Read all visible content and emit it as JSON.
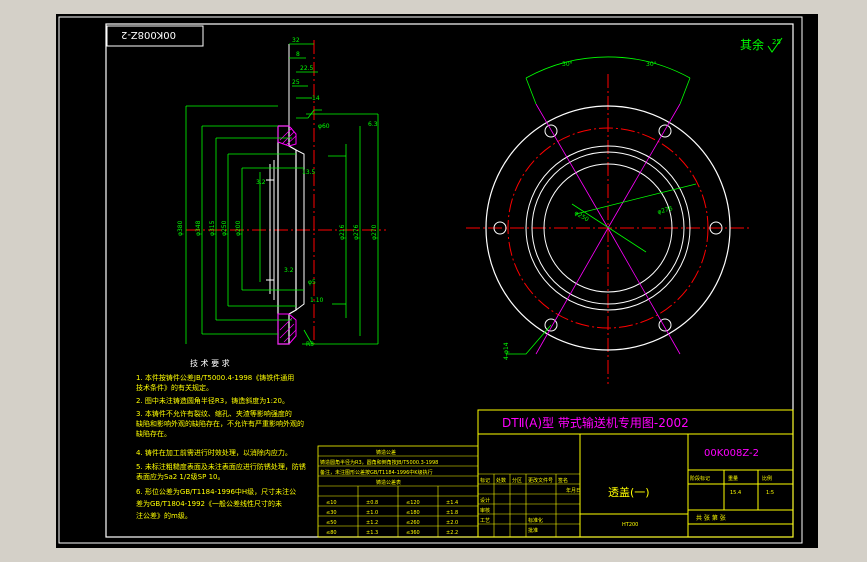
{
  "drawing": {
    "code_box": "00K008Z-2",
    "roughness_note": "其余",
    "roughness_value": "25",
    "angle_left": "30°",
    "angle_right": "30°"
  },
  "dimensions": {
    "d32": "32",
    "d22_5": "22.5",
    "d8": "8",
    "d14": "14",
    "d6_3": "6.3",
    "d3_2a": "3.2",
    "d3_2b": "3.2",
    "d25": "25",
    "d13_5": "13.5",
    "phi5": "φ5",
    "d10": "1.10",
    "r3": "R3",
    "phi60": "φ60",
    "phi380": "φ380",
    "phi250": "φ250",
    "phi200": "φ200",
    "phi216": "φ216",
    "phi315": "φ315",
    "phi348": "φ348",
    "phi276": "φ276",
    "phi270": "φ270",
    "holes": "4-φ14"
  },
  "tech_requirements": {
    "title": "技 术 要 求",
    "items": [
      "1. 本件按铸件公差JB/T5000.4-1998《铸铁件通用",
      "   技术条件》的有关规定。",
      "2. 图中未注铸造圆角半径R3，铸造斜度为1:20。",
      "3. 本铸件不允许有裂纹、缩孔、夹渣等影响强度的",
      "   缺陷和影响外观的缺陷存在，不允许有严重影响外观的",
      "   缺陷存在。",
      "4. 铸件在加工前需进行时效处理，以消除内应力。",
      "5. 未标注粗糙度表面及未注表面应进行防锈处理，防锈",
      "   表面应为Sa2 1/2级SP 10。",
      "6. 形位公差为GB/T1184-1996中H级，尺寸未注公",
      "   差为GB/T1804-1992《一般公差线性尺寸的未",
      "   注公差》的m级。"
    ]
  },
  "tolerance_table": {
    "title": "铸造公差",
    "row1": "铸造圆角半径为R3，圆角和倒角按JB/T5000.3-1998",
    "row2": "备注，未注图形公差按GB/T1184-1996中K级执行",
    "subhead": "铸造公差表",
    "rows": [
      [
        "≤10",
        "±0.8",
        "≤120",
        "±1.4"
      ],
      [
        "≤30",
        "±1.0",
        "≤180",
        "±1.8"
      ],
      [
        "≤50",
        "±1.2",
        "≤260",
        "±2.0"
      ],
      [
        "≤80",
        "±1.3",
        "≤360",
        "±2.2"
      ]
    ]
  },
  "title_block": {
    "main_title": "DTⅡ(A)型  带式输送机专用图-2002",
    "drawing_no": "00K008Z-2",
    "part_name": "透盖(一)",
    "material": "HT200",
    "sign_headers": [
      "标记",
      "处数",
      "分区",
      "更改文件号",
      "签名",
      "年月日"
    ],
    "roles": [
      "设计",
      "审核",
      "工艺",
      "标准化",
      "批准"
    ],
    "stage_label": "阶段标记",
    "weight_label": "重量",
    "scale_label": "比例",
    "weight": "15.4",
    "scale": "1:5",
    "sheet_label": "共    张  第    张"
  }
}
